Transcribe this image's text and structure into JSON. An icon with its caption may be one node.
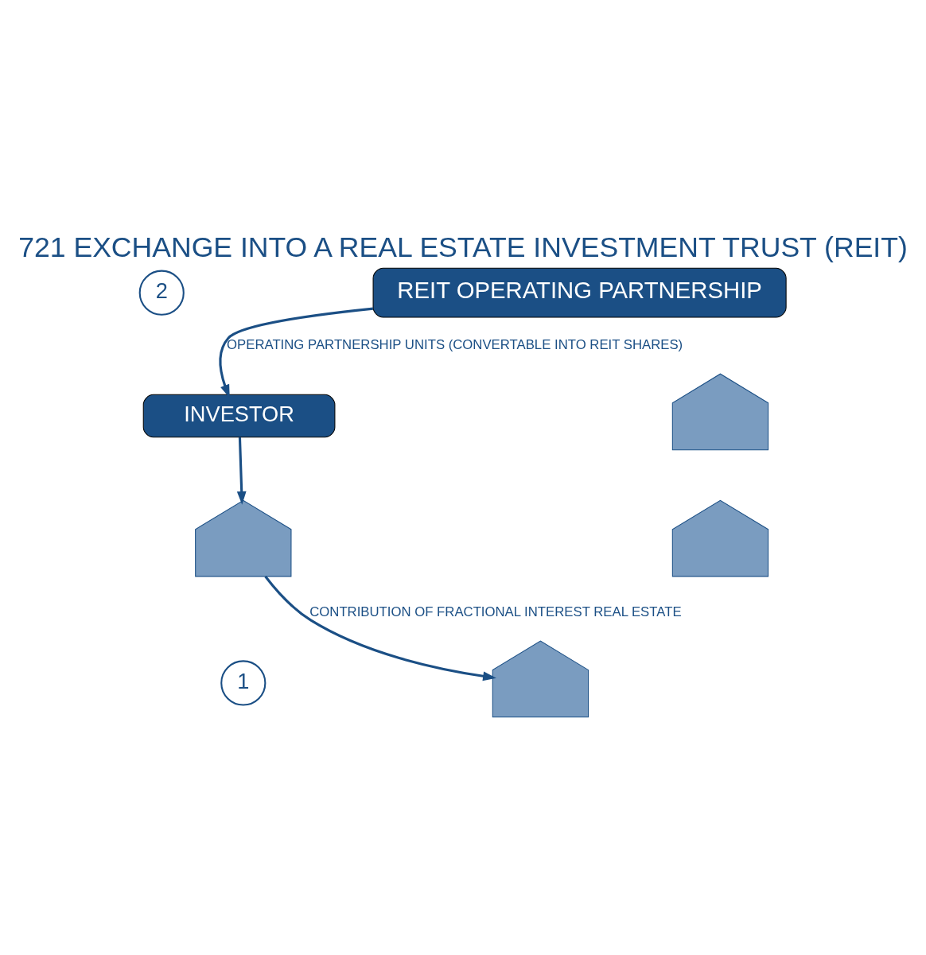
{
  "diagram": {
    "title": "721 EXCHANGE INTO A REAL ESTATE INVESTMENT TRUST (REIT)",
    "nodes": [
      {
        "text": [
          "2"
        ]
      },
      {
        "text": [
          "REIT OPERATING PARTNERSHIP"
        ]
      },
      {
        "text": [
          "INVESTOR"
        ]
      },
      {
        "text": [],
        "shape": "picture"
      },
      {
        "text": [],
        "shape": "picture"
      },
      {
        "text": [],
        "shape": "picture"
      },
      {
        "text": [
          "1"
        ]
      },
      {
        "text": [],
        "shape": "picture"
      }
    ],
    "edges": [
      {
        "from": 1,
        "to": 2,
        "arrow": "to",
        "label": "OPERATING PARTNERSHIP UNITS (CONVERTABLE INTO REIT SHARES)"
      },
      {
        "from": 2,
        "to": 3,
        "arrow": "to"
      },
      {
        "from": 3,
        "to": 7,
        "arrow": "to",
        "label": "CONTRIBUTION OF FRACTIONAL INTEREST REAL ESTATE"
      }
    ]
  }
}
